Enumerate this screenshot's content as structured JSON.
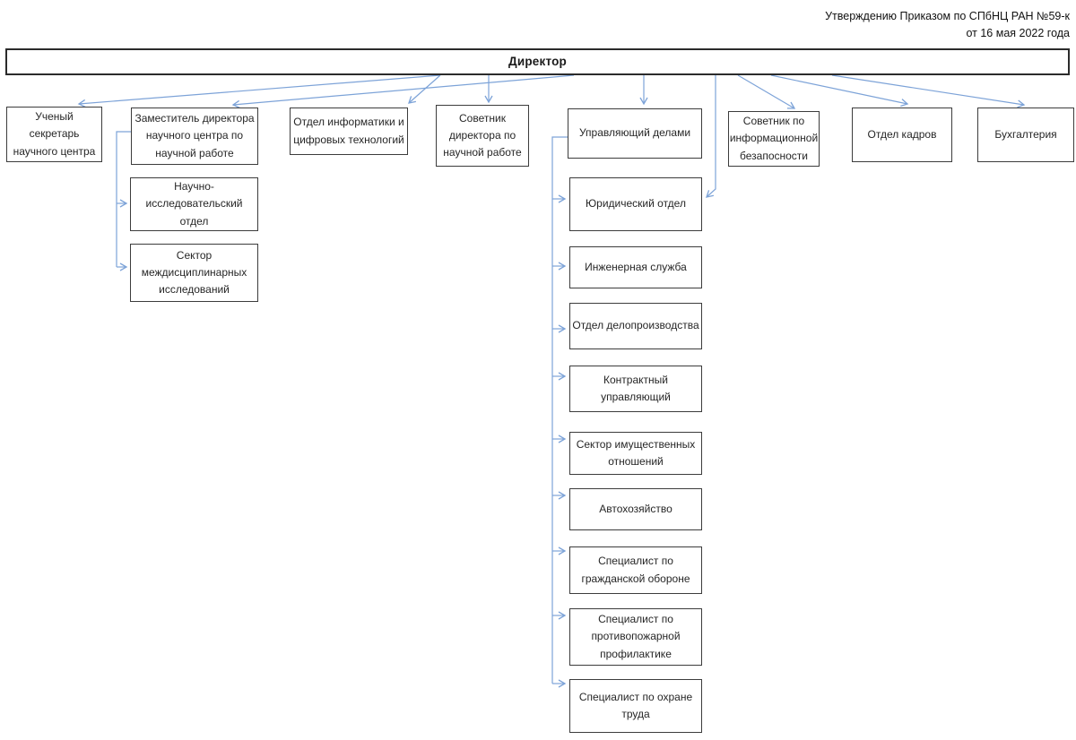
{
  "approval": {
    "line1": "Утверждению Приказом по СПбНЦ РАН №59-к",
    "line2": "от 16 мая 2022 года"
  },
  "org": {
    "director": "Директор",
    "level1": {
      "scientific_secretary": "Ученый секретарь\nнаучного центра",
      "deputy_director": "Заместитель директора\nнаучного центра по\nнаучной работе",
      "it_department": "Отдел информатики и\nцифровых технологий",
      "science_advisor": "Советник\nдиректора по\nнаучной работе",
      "business_manager": "Управляющий делами",
      "infosec_advisor": "Советник по\nинформационной\nбезапосности",
      "hr_department": "Отдел кадров",
      "accounting": "Бухгалтерия"
    },
    "deputy_children": {
      "research_department": "Научно-\nисследовательский отдел",
      "interdisciplinary_sector": "Сектор\nмеждисциплинарных\nисследований"
    },
    "manager_children": {
      "legal": "Юридический отдел",
      "engineering": "Инженерная служба",
      "records": "Отдел делопроизводства",
      "contract_manager": "Контрактный\nуправляющий",
      "property_sector": "Сектор имущественных\nотношений",
      "motor_pool": "Автохозяйство",
      "civil_defense": "Специалист по\nгражданской обороне",
      "fire_prevention": "Специалист по\nпротивопожарной\nпрофилактике",
      "labor_safety": "Специалист по охране\nтруда"
    }
  },
  "colors": {
    "connector": "#7da3d8",
    "box_border": "#3c3c3c",
    "text": "#262626"
  }
}
